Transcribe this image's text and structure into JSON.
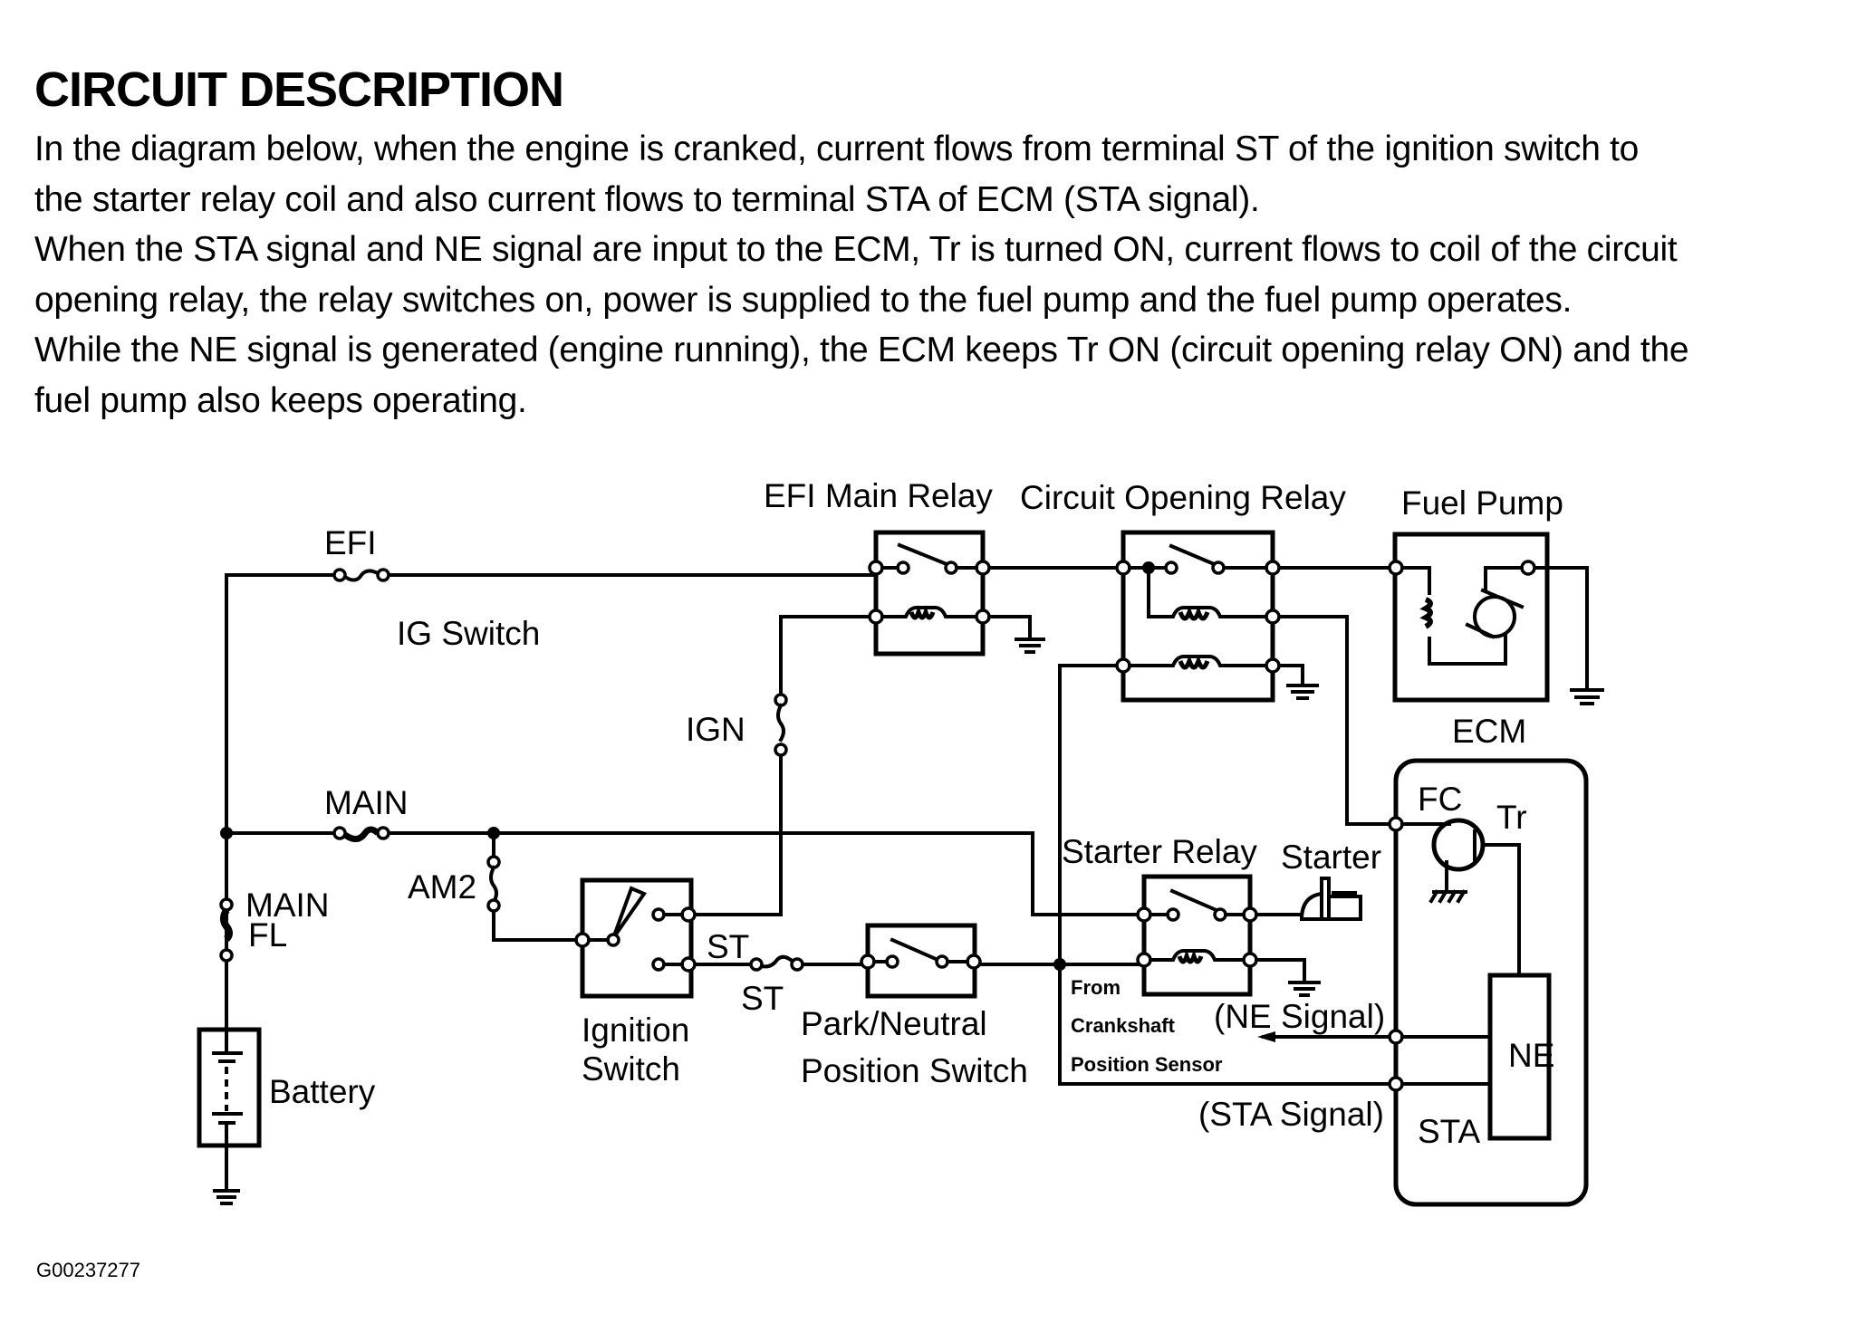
{
  "document": {
    "heading": "CIRCUIT DESCRIPTION",
    "paragraph_lines": [
      "In the diagram below, when the engine is cranked, current flows from terminal ST of the ignition switch to",
      "the starter relay coil and also current flows to terminal STA of ECM (STA signal).",
      "When the STA signal and NE signal are input to the ECM, Tr is turned ON, current flows to coil of the circuit",
      "opening relay, the relay switches on, power is supplied to the fuel pump and the fuel pump operates.",
      "While the NE signal is generated (engine running), the ECM keeps Tr ON (circuit opening relay ON) and the",
      "fuel pump also keeps operating."
    ],
    "figure_code": "G00237277"
  },
  "diagram": {
    "labels": {
      "efi_main_relay": "EFI Main Relay",
      "circuit_opening_relay": "Circuit Opening Relay",
      "fuel_pump": "Fuel Pump",
      "efi_fuse": "EFI",
      "ig_switch": "IG Switch",
      "ign_fuse": "IGN",
      "main_fuse": "MAIN",
      "am2_fuse": "AM2",
      "main_fl_1": "MAIN",
      "main_fl_2": "FL",
      "battery": "Battery",
      "ignition_switch_1": "Ignition",
      "ignition_switch_2": "Switch",
      "st_upper": "ST",
      "st_lower": "ST",
      "park_neutral_1": "Park/Neutral",
      "park_neutral_2": "Position Switch",
      "starter_relay": "Starter Relay",
      "starter": "Starter",
      "ecm": "ECM",
      "fc": "FC",
      "tr": "Tr",
      "ne": "NE",
      "sta": "STA",
      "ne_signal": "(NE Signal)",
      "sta_signal": "(STA Signal)",
      "crank_1": "From",
      "crank_2": "Crankshaft",
      "crank_3": "Position Sensor"
    }
  }
}
